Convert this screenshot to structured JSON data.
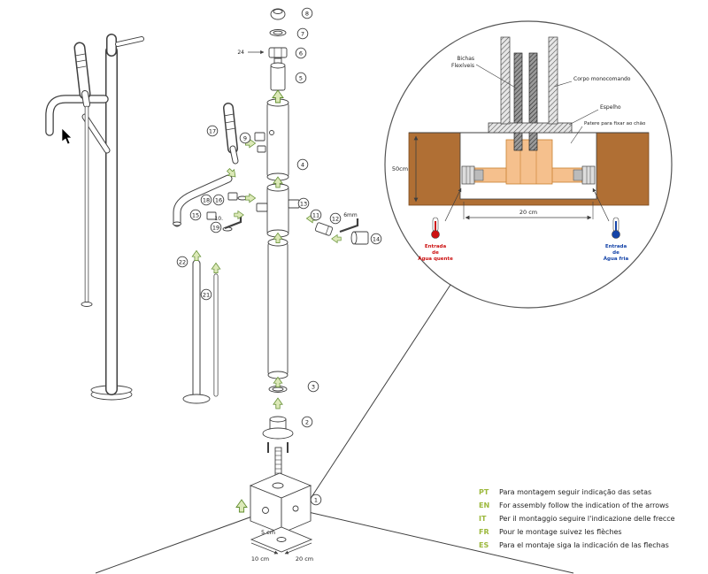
{
  "colors": {
    "line": "#3f3f3f",
    "arrow_fill": "#dce9b8",
    "arrow_stroke": "#5f8c2d",
    "floor_brown": "#b06f34",
    "fitting_orange": "#f5c08d",
    "hot_red": "#cc1111",
    "cold_blue": "#1544a8",
    "lang_green": "#9cb83c"
  },
  "inset": {
    "labels": {
      "bichas_1": "Bichas",
      "bichas_2": "Flexíveis",
      "corpo": "Corpo monocomando",
      "espelho": "Espelho",
      "patere": "Patere para fixar ao chão",
      "dim_depth": "50cm",
      "dim_width": "20 cm",
      "hot_1": "Entrada",
      "hot_2": "de",
      "hot_3": "Água quente",
      "cold_1": "Entrada",
      "cold_2": "de",
      "cold_3": "Água fria"
    }
  },
  "exploded": {
    "parts": {
      "n1": "1",
      "n2": "2",
      "n3": "3",
      "n4": "4",
      "n5": "5",
      "n6": "6",
      "n7": "7",
      "n8": "8",
      "n9": "9",
      "n11": "11",
      "n12": "12",
      "n13": "13",
      "n14": "14",
      "n15": "15",
      "n16": "16",
      "n17": "17",
      "n18": "18",
      "n19": "19",
      "n21": "21",
      "n22": "22"
    },
    "notes": {
      "thread": "24",
      "hex_small": "10.",
      "hex_large": "6mm"
    }
  },
  "base_dims": {
    "inner": "5 cm",
    "side_a": "10 cm",
    "side_b": "20 cm"
  },
  "instructions": {
    "rows": [
      {
        "code": "PT",
        "text": "Para montagem seguir indicação das setas"
      },
      {
        "code": "EN",
        "text": "For assembly follow the indication of the arrows"
      },
      {
        "code": "IT",
        "text": "Per il montaggio seguire l'indicazione delle frecce"
      },
      {
        "code": "FR",
        "text": "Pour le montage suivez les flèches"
      },
      {
        "code": "ES",
        "text": "Para el montaje siga la indicación de las flechas"
      }
    ]
  }
}
